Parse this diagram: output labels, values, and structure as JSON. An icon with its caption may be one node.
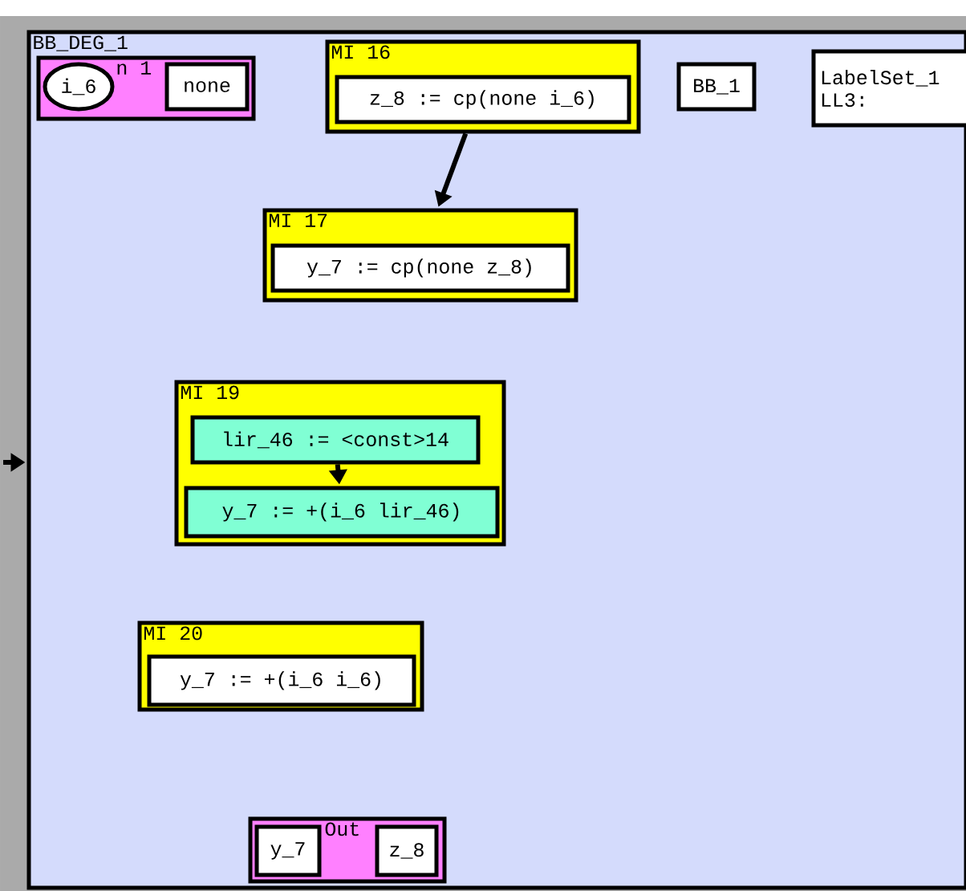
{
  "diagram": {
    "nodes": [
      {
        "text": [
          "BB_DEG_1"
        ]
      },
      {
        "text": [
          "n 1"
        ],
        "in": 0
      },
      {
        "text": [
          "i_6"
        ],
        "in": 1
      },
      {
        "text": [
          "none"
        ],
        "in": 1
      },
      {
        "text": [
          "MI 16"
        ],
        "in": 0
      },
      {
        "text": [
          "z_8 := cp(none i_6)"
        ],
        "in": 4
      },
      {
        "text": [
          "MI 17"
        ],
        "in": 0
      },
      {
        "text": [
          "y_7 := cp(none z_8)"
        ],
        "in": 6
      },
      {
        "text": [
          "BB_1"
        ],
        "in": 0
      },
      {
        "text": [
          "LabelSet_1 LL3:"
        ],
        "in": 0
      },
      {
        "text": [
          "MI 19"
        ],
        "in": 0
      },
      {
        "text": [
          "lir_46 := <const>14"
        ],
        "in": 10
      },
      {
        "text": [
          "y_7 := +(i_6 lir_46)"
        ],
        "in": 10
      },
      {
        "text": [
          "MI 20"
        ],
        "in": 0
      },
      {
        "text": [
          "y_7 := +(i_6 i_6)"
        ],
        "in": 13
      },
      {
        "text": [
          "Out"
        ],
        "in": 0
      },
      {
        "text": [
          "y_7"
        ],
        "in": 15
      },
      {
        "text": [
          "z_8"
        ],
        "in": 15
      }
    ],
    "edges": [
      {
        "from": 4,
        "to": 6,
        "arrow": "to"
      },
      {
        "from": 11,
        "to": 12,
        "arrow": "to"
      },
      {
        "from": null,
        "to": 0,
        "arrow": "to"
      }
    ]
  }
}
